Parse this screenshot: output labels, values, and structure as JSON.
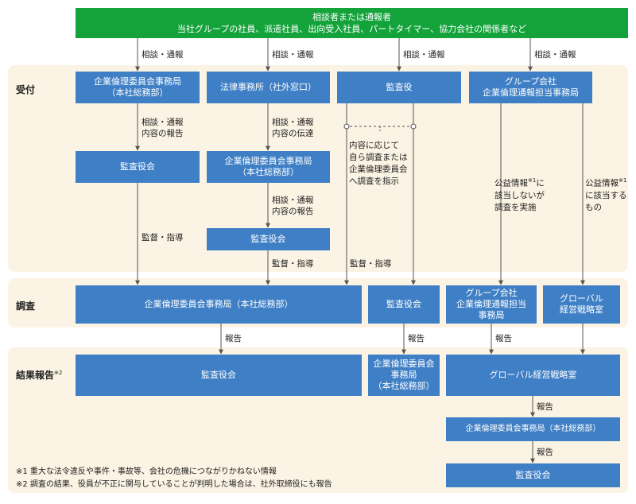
{
  "top": {
    "title": "相談者または通報者",
    "subtitle": "当社グループの社員、派遣社員、出向受入社員、パートタイマー、協力会社の関係者など"
  },
  "bands": {
    "reception": "受付",
    "investigation": "調査",
    "result_report": "結果報告",
    "result_report_mark": "※2"
  },
  "reception_boxes": {
    "box1_line1": "企業倫理委員会事務局",
    "box1_line2": "（本社総務部）",
    "box2": "法律事務所（社外窓口）",
    "box3": "監査役",
    "box4_line1": "グループ会社",
    "box4_line2": "企業倫理通報担当事務局"
  },
  "middle_boxes": {
    "audit_a": "監査役会",
    "ethics_b_line1": "企業倫理委員会事務局",
    "ethics_b_line2": "（本社総務部）",
    "audit_b": "監査役会"
  },
  "investigation_boxes": {
    "ethics": "企業倫理委員会事務局（本社総務部）",
    "audit": "監査役会",
    "group_line1": "グループ会社",
    "group_line2": "企業倫理通報担当",
    "group_line3": "事務局",
    "global_line1": "グローバル",
    "global_line2": "経営戦略室"
  },
  "result_boxes": {
    "audit": "監査役会",
    "ethics_line1": "企業倫理委員会",
    "ethics_line2": "事務局",
    "ethics_line3": "（本社総務部）",
    "global": "グローバル経営戦略室",
    "ethics_hq": "企業倫理委員会事務局（本社総務部）",
    "final_audit": "監査役会"
  },
  "labels": {
    "consult_report": "相談・通報",
    "report_contents_1": "相談・通報",
    "report_contents_2": "内容の報告",
    "convey_1": "相談・通報",
    "convey_2": "内容の伝達",
    "report_contents_b1": "相談・通報",
    "report_contents_b2": "内容の報告",
    "supervise": "監督・指導",
    "auditor_note_1": "内容に応じて",
    "auditor_note_2": "自ら調査または",
    "auditor_note_3": "企業倫理委員会",
    "auditor_note_4": "へ調査を指示",
    "public_no_1": "公益情報",
    "public_no_mark": "※1",
    "public_no_2": "に",
    "public_no_3": "該当しないが",
    "public_no_4": "調査を実施",
    "public_yes_1": "公益情報",
    "public_yes_mark": "※1",
    "public_yes_2": "に該当する",
    "public_yes_3": "もの",
    "report": "報告"
  },
  "notes": {
    "note1": "※1 重大な法令違反や事件・事故等、会社の危機につながりかねない情報",
    "note2": "※2 調査の結果、役員が不正に関与していることが判明した場合は、社外取締役にも報告"
  },
  "colors": {
    "green": "#14a33b",
    "blue": "#3f7fc5",
    "band": "#fbf3e3",
    "arrow": "#555555"
  }
}
